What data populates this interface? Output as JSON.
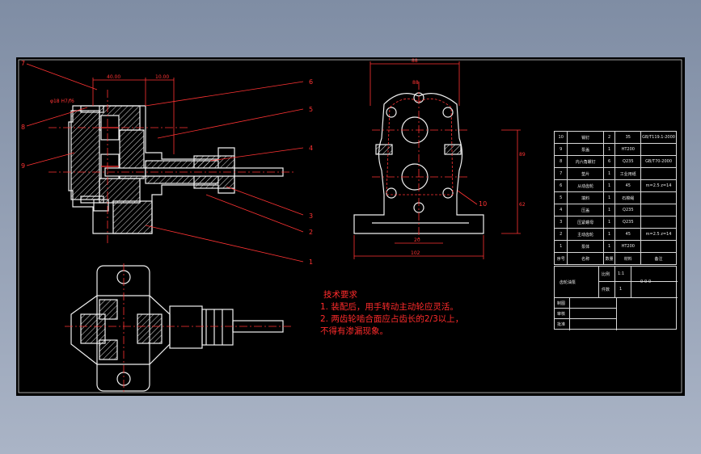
{
  "notes": {
    "heading": "技术要求",
    "lines": [
      "1. 装配后，用手转动主动轮应灵活。",
      "2. 两齿轮啮合面应占齿长的2/3以上，",
      "   不得有渗漏现象。"
    ]
  },
  "callouts": [
    "1",
    "2",
    "3",
    "4",
    "5",
    "6",
    "7",
    "8",
    "9",
    "10"
  ],
  "dimensions": {
    "top_left": "40.00",
    "top_mid": "10.00",
    "shaft_dia": "φ18 H7/f6",
    "width_top": "88",
    "width_total": "102",
    "width_inner": "20",
    "hole_label": "88",
    "height_a": "89",
    "height_b": "62"
  },
  "bom": {
    "rows": [
      {
        "no": "10",
        "name": "销钉",
        "qty": "2",
        "mat": "35",
        "ref": "GB/T119.1-2000"
      },
      {
        "no": "9",
        "name": "泵盖",
        "qty": "1",
        "mat": "HT200",
        "ref": ""
      },
      {
        "no": "8",
        "name": "内六角螺钉",
        "qty": "6",
        "mat": "Q235",
        "ref": "GB/T70-2000"
      },
      {
        "no": "7",
        "name": "垫片",
        "qty": "1",
        "mat": "工业用纸",
        "ref": ""
      },
      {
        "no": "6",
        "name": "从动齿轮",
        "qty": "1",
        "mat": "45",
        "ref": "m=2.5 z=14"
      },
      {
        "no": "5",
        "name": "填料",
        "qty": "1",
        "mat": "石棉绳",
        "ref": ""
      },
      {
        "no": "4",
        "name": "压盖",
        "qty": "1",
        "mat": "Q235",
        "ref": ""
      },
      {
        "no": "3",
        "name": "压紧螺母",
        "qty": "1",
        "mat": "Q235",
        "ref": ""
      },
      {
        "no": "2",
        "name": "主动齿轮",
        "qty": "1",
        "mat": "45",
        "ref": "m=2.5 z=14"
      },
      {
        "no": "1",
        "name": "泵体",
        "qty": "1",
        "mat": "HT200",
        "ref": ""
      },
      {
        "no": "序号",
        "name": "名称",
        "qty": "数量",
        "mat": "材料",
        "ref": "备注"
      }
    ],
    "title_name": "齿轮油泵",
    "scale_label": "比例",
    "scale": "1:1",
    "qty_label": "件数",
    "qty": "1",
    "drawing_no": "0-0-0",
    "draw_label": "制图",
    "check_label": "审核",
    "sign_label": "批准"
  }
}
